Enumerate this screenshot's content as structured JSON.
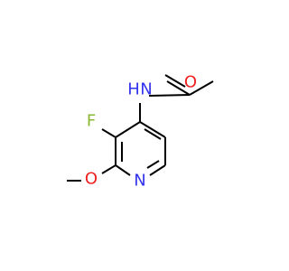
{
  "molecule": {
    "atoms": {
      "amide_nitrogen": {
        "symbol": "N",
        "label": "N",
        "hydrogen": "H",
        "color": "#3333ee"
      },
      "carbonyl_oxygen": {
        "symbol": "O",
        "label": "O",
        "color": "#ee2020"
      },
      "fluorine": {
        "symbol": "F",
        "label": "F",
        "color": "#8ab833"
      },
      "ring_nitrogen": {
        "symbol": "N",
        "label": "N",
        "color": "#3333ee"
      },
      "ether_oxygen": {
        "symbol": "O",
        "label": "O",
        "color": "#ee2020"
      }
    },
    "colors": {
      "bond": "#000000",
      "background": "#ffffff"
    }
  }
}
